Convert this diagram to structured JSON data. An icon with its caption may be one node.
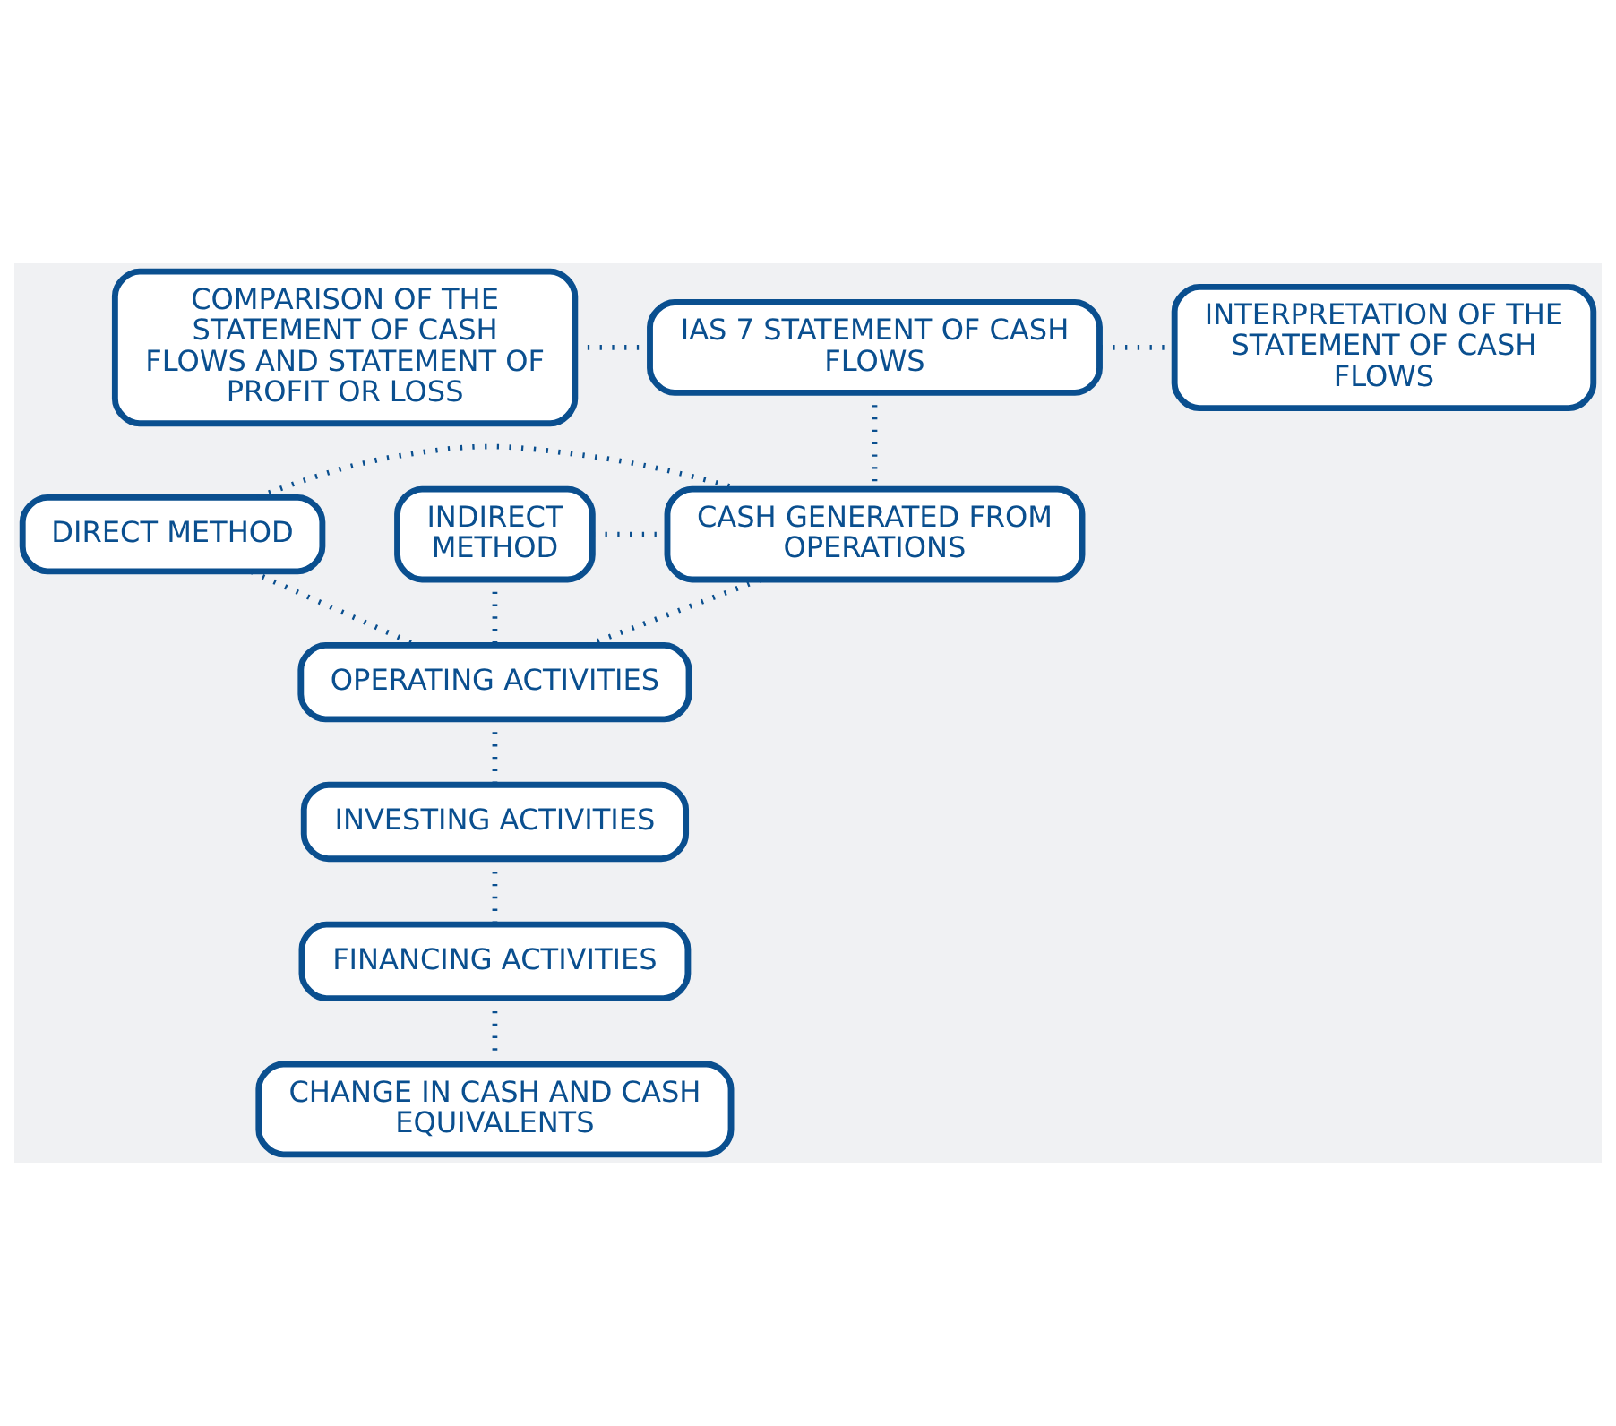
{
  "diagram": {
    "nodes": [
      {
        "text": [
          "COMPARISON OF THE STATEMENT OF CASH FLOWS AND STATEMENT OF PROFIT OR LOSS"
        ]
      },
      {
        "text": [
          "IAS 7 STATEMENT OF CASH FLOWS"
        ]
      },
      {
        "text": [
          "INTERPRETATION OF THE STATEMENT OF CASH FLOWS"
        ]
      },
      {
        "text": [
          "CASH GENERATED FROM OPERATIONS"
        ]
      },
      {
        "text": [
          "DIRECT METHOD"
        ]
      },
      {
        "text": [
          "INDIRECT METHOD"
        ]
      },
      {
        "text": [
          "OPERATING ACTIVITIES"
        ]
      },
      {
        "text": [
          "INVESTING ACTIVITIES"
        ]
      },
      {
        "text": [
          "FINANCING ACTIVITIES"
        ]
      },
      {
        "text": [
          "CHANGE IN CASH AND CASH EQUIVALENTS"
        ]
      }
    ],
    "edges": [
      {
        "from": 0,
        "to": 1,
        "arrow": "none"
      },
      {
        "from": 1,
        "to": 2,
        "arrow": "none"
      },
      {
        "from": 1,
        "to": 3,
        "arrow": "none"
      },
      {
        "from": 4,
        "to": 3,
        "arrow": "none"
      },
      {
        "from": 4,
        "to": 6,
        "arrow": "none"
      },
      {
        "from": 5,
        "to": 3,
        "arrow": "none"
      },
      {
        "from": 5,
        "to": 6,
        "arrow": "none"
      },
      {
        "from": 3,
        "to": 6,
        "arrow": "none"
      },
      {
        "from": 6,
        "to": 7,
        "arrow": "none"
      },
      {
        "from": 7,
        "to": 8,
        "arrow": "none"
      },
      {
        "from": 8,
        "to": 9,
        "arrow": "none"
      }
    ]
  }
}
